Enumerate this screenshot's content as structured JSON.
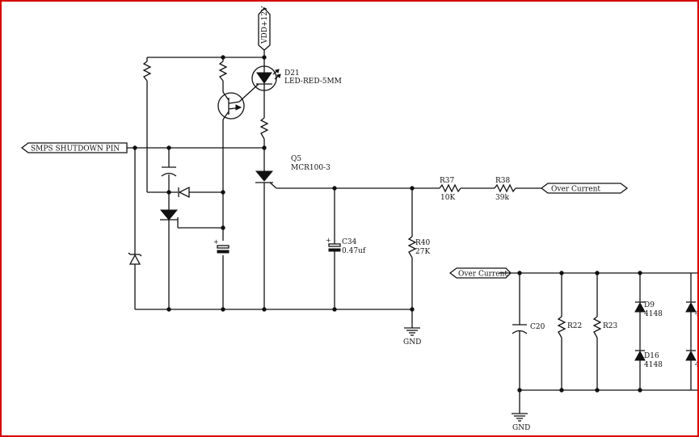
{
  "ports": {
    "vdd": "VDD+12V",
    "smps": "SMPS SHUTDOWN PIN",
    "over_current_out": "Over Current",
    "over_current_in": "Over Current"
  },
  "components": {
    "d21_ref": "D21",
    "d21_val": "LED-RED-5MM",
    "q5_ref": "Q5",
    "q5_val": "MCR100-3",
    "r37_ref": "R37",
    "r37_val": "10K",
    "r38_ref": "R38",
    "r38_val": "39k",
    "c34_ref": "C34",
    "c34_val": "0.47uf",
    "r40_ref": "R40",
    "r40_val": "27K",
    "c20_ref": "C20",
    "r22_ref": "R22",
    "r23_ref": "R23",
    "d9_ref": "D9",
    "d9_val": "4148",
    "d16_ref": "D16",
    "d16_val": "4148",
    "cut_val_a": "4",
    "cut_val_b": "4"
  },
  "grounds": {
    "gnd1": "GND",
    "gnd2": "GND"
  },
  "polarity_mark": "+"
}
